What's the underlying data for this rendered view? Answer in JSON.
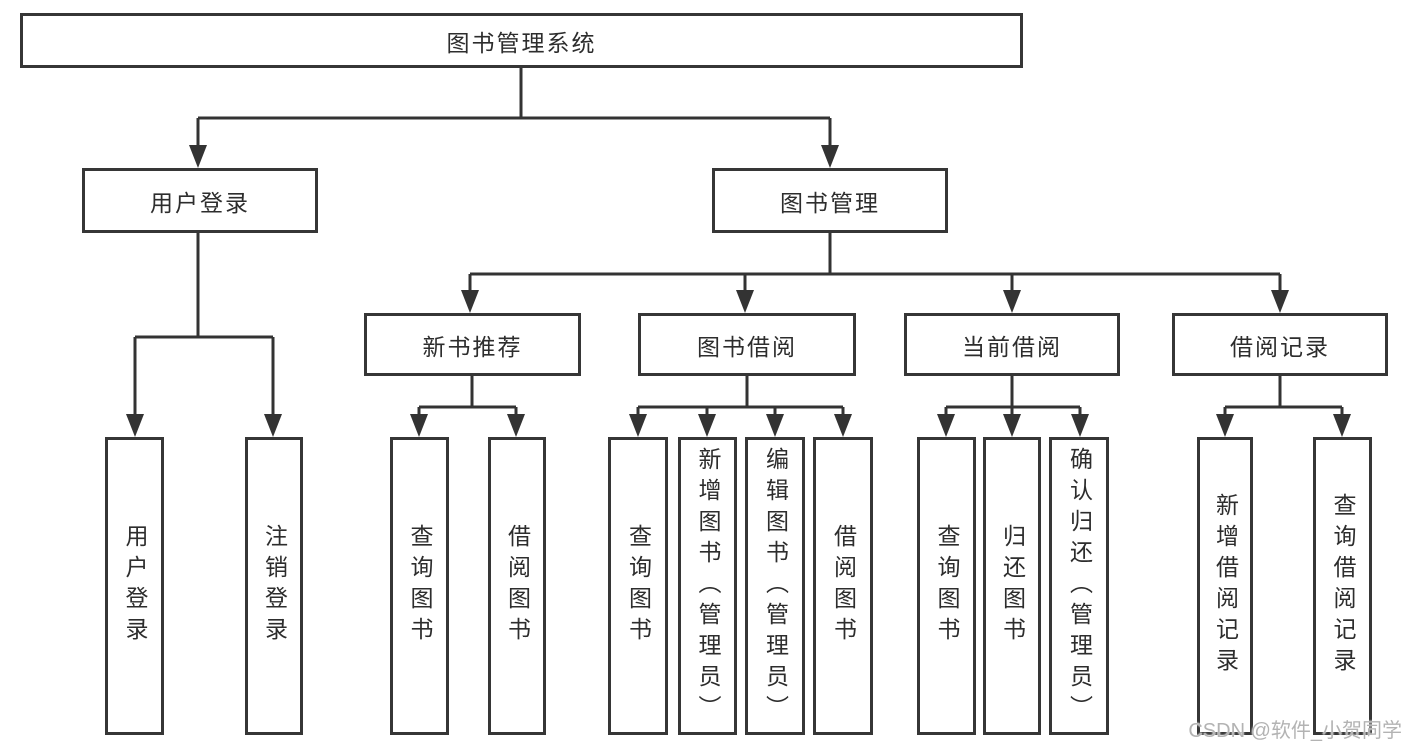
{
  "colors": {
    "line": "#333333",
    "box_border": "#363636",
    "text": "#2d2d2d",
    "box_background": "#ffffff",
    "page_background": "#ffffff",
    "watermark": "#b3b3b3"
  },
  "root": {
    "label": "图书管理系统"
  },
  "branches": [
    {
      "label": "用户登录",
      "leaves": [
        {
          "label": "用户登录"
        },
        {
          "label": "注销登录"
        }
      ]
    },
    {
      "label": "图书管理",
      "subbranches": [
        {
          "label": "新书推荐",
          "leaves": [
            {
              "label": "查询图书"
            },
            {
              "label": "借阅图书"
            }
          ]
        },
        {
          "label": "图书借阅",
          "leaves": [
            {
              "label": "查询图书"
            },
            {
              "label": "新增图书（管理员）"
            },
            {
              "label": "编辑图书（管理员）"
            },
            {
              "label": "借阅图书"
            }
          ]
        },
        {
          "label": "当前借阅",
          "leaves": [
            {
              "label": "查询图书"
            },
            {
              "label": "归还图书"
            },
            {
              "label": "确认归还（管理员）"
            }
          ]
        },
        {
          "label": "借阅记录",
          "leaves": [
            {
              "label": "新增借阅记录"
            },
            {
              "label": "查询借阅记录"
            }
          ]
        }
      ]
    }
  ],
  "watermark": {
    "text": "CSDN @软件_小贺同学"
  }
}
